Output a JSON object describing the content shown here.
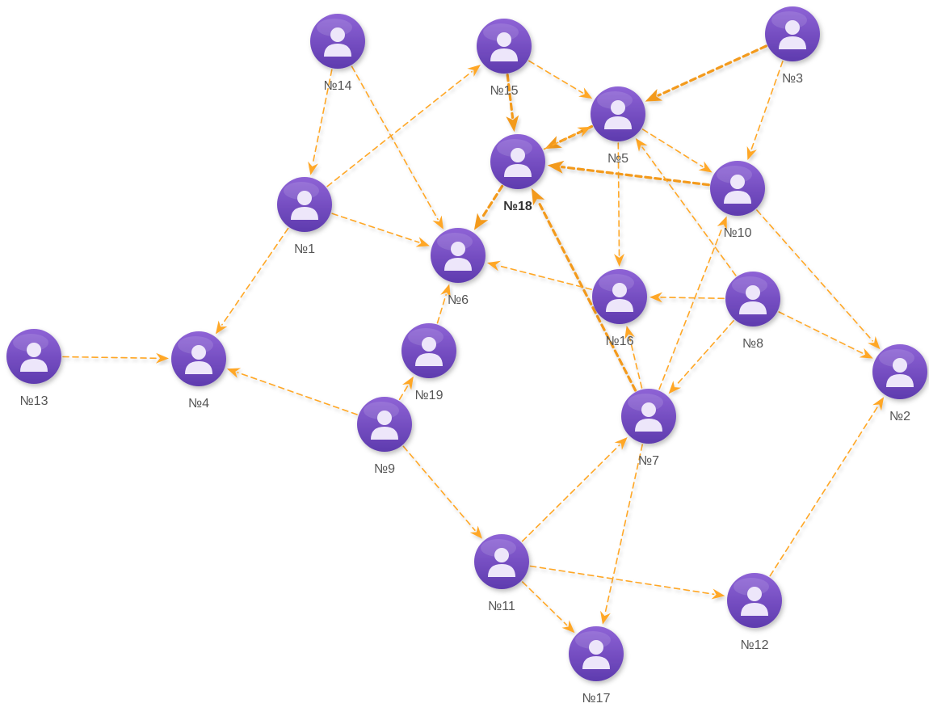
{
  "colors": {
    "edge": "#FFA726",
    "edge_heavy": "#F39A1E",
    "node_top": "#8E63D6",
    "node_bottom": "#5E3BAE",
    "person": "#EDE6FA",
    "label": "#555555"
  },
  "icon": "user-avatar-icon",
  "nodes": [
    {
      "id": "1",
      "label": "№1"
    },
    {
      "id": "2",
      "label": "№2"
    },
    {
      "id": "3",
      "label": "№3"
    },
    {
      "id": "4",
      "label": "№4"
    },
    {
      "id": "5",
      "label": "№5"
    },
    {
      "id": "6",
      "label": "№6"
    },
    {
      "id": "7",
      "label": "№7"
    },
    {
      "id": "8",
      "label": "№8"
    },
    {
      "id": "9",
      "label": "№9"
    },
    {
      "id": "10",
      "label": "№10"
    },
    {
      "id": "11",
      "label": "№11"
    },
    {
      "id": "12",
      "label": "№12"
    },
    {
      "id": "13",
      "label": "№13"
    },
    {
      "id": "14",
      "label": "№14"
    },
    {
      "id": "15",
      "label": "№15"
    },
    {
      "id": "16",
      "label": "№16"
    },
    {
      "id": "17",
      "label": "№17"
    },
    {
      "id": "18",
      "label": "№18",
      "selected": true
    },
    {
      "id": "19",
      "label": "№19"
    }
  ],
  "edges": [
    {
      "from": "14",
      "to": "1"
    },
    {
      "from": "14",
      "to": "6"
    },
    {
      "from": "1",
      "to": "15"
    },
    {
      "from": "1",
      "to": "6"
    },
    {
      "from": "1",
      "to": "4"
    },
    {
      "from": "15",
      "to": "18",
      "heavy": true
    },
    {
      "from": "15",
      "to": "5"
    },
    {
      "from": "3",
      "to": "5",
      "heavy": true
    },
    {
      "from": "3",
      "to": "10"
    },
    {
      "from": "5",
      "to": "18",
      "heavy": true
    },
    {
      "from": "18",
      "to": "5"
    },
    {
      "from": "5",
      "to": "10"
    },
    {
      "from": "5",
      "to": "16"
    },
    {
      "from": "10",
      "to": "18",
      "heavy": true
    },
    {
      "from": "10",
      "to": "2"
    },
    {
      "from": "18",
      "to": "6",
      "heavy": true
    },
    {
      "from": "7",
      "to": "18",
      "heavy": true
    },
    {
      "from": "7",
      "to": "10"
    },
    {
      "from": "7",
      "to": "16"
    },
    {
      "from": "7",
      "to": "17"
    },
    {
      "from": "8",
      "to": "16"
    },
    {
      "from": "8",
      "to": "2"
    },
    {
      "from": "8",
      "to": "7"
    },
    {
      "from": "8",
      "to": "5"
    },
    {
      "from": "16",
      "to": "6"
    },
    {
      "from": "13",
      "to": "4"
    },
    {
      "from": "9",
      "to": "4"
    },
    {
      "from": "9",
      "to": "19"
    },
    {
      "from": "19",
      "to": "6"
    },
    {
      "from": "9",
      "to": "11"
    },
    {
      "from": "11",
      "to": "7"
    },
    {
      "from": "11",
      "to": "12"
    },
    {
      "from": "11",
      "to": "17"
    },
    {
      "from": "12",
      "to": "2"
    }
  ]
}
